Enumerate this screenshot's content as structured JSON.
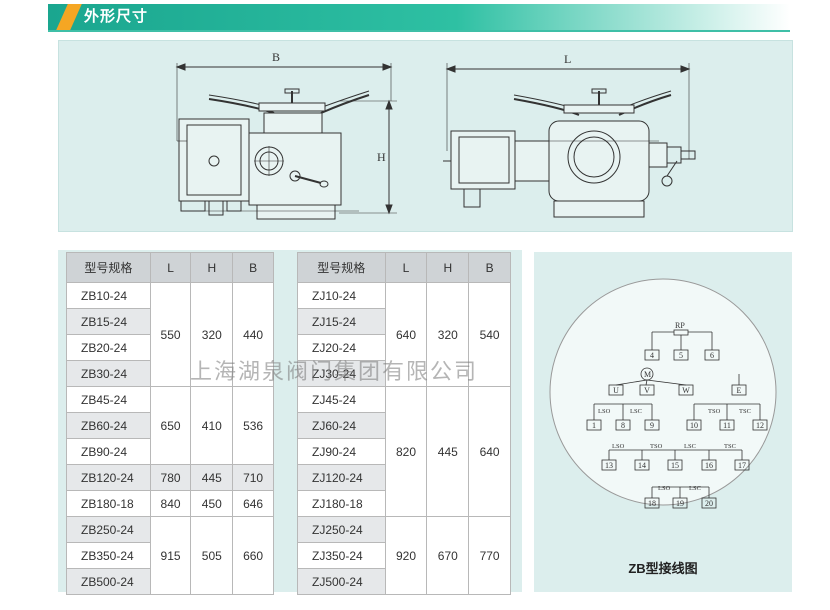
{
  "header": {
    "title": "外形尺寸"
  },
  "drawing": {
    "label_b": "B",
    "label_h": "H",
    "label_l": "L"
  },
  "table": {
    "headers": [
      "型号规格",
      "L",
      "H",
      "B"
    ],
    "zb_rows": [
      "ZB10-24",
      "ZB15-24",
      "ZB20-24",
      "ZB30-24",
      "ZB45-24",
      "ZB60-24",
      "ZB90-24",
      "ZB120-24",
      "ZB180-18",
      "ZB250-24",
      "ZB350-24",
      "ZB500-24"
    ],
    "zb_groups": [
      {
        "L": "550",
        "H": "320",
        "B": "440"
      },
      {
        "L": "650",
        "H": "410",
        "B": "536"
      },
      {
        "L": "780",
        "H": "445",
        "B": "710"
      },
      {
        "L": "840",
        "H": "450",
        "B": "646"
      },
      {
        "L": "915",
        "H": "505",
        "B": "660"
      }
    ],
    "zj_rows": [
      "ZJ10-24",
      "ZJ15-24",
      "ZJ20-24",
      "ZJ30-24",
      "ZJ45-24",
      "ZJ60-24",
      "ZJ90-24",
      "ZJ120-24",
      "ZJ180-18",
      "ZJ250-24",
      "ZJ350-24",
      "ZJ500-24"
    ],
    "zj_groups": [
      {
        "L": "640",
        "H": "320",
        "B": "540"
      },
      {
        "L": "820",
        "H": "445",
        "B": "640"
      },
      {
        "L": "920",
        "H": "670",
        "B": "770"
      }
    ]
  },
  "wiring": {
    "caption": "ZB型接线图",
    "rp": "RP",
    "motor": "M",
    "terminals": [
      "4",
      "5",
      "6",
      "U",
      "V",
      "W",
      "E",
      "1",
      "8",
      "9",
      "10",
      "11",
      "12",
      "13",
      "14",
      "15",
      "16",
      "17",
      "18",
      "19",
      "20"
    ],
    "switches": [
      "LSO",
      "LSC",
      "TSO",
      "TSC",
      "LSO",
      "TSO",
      "LSC",
      "TSC",
      "LSO",
      "LSC"
    ]
  },
  "watermark": "上海湖泉阀门集团有限公司"
}
